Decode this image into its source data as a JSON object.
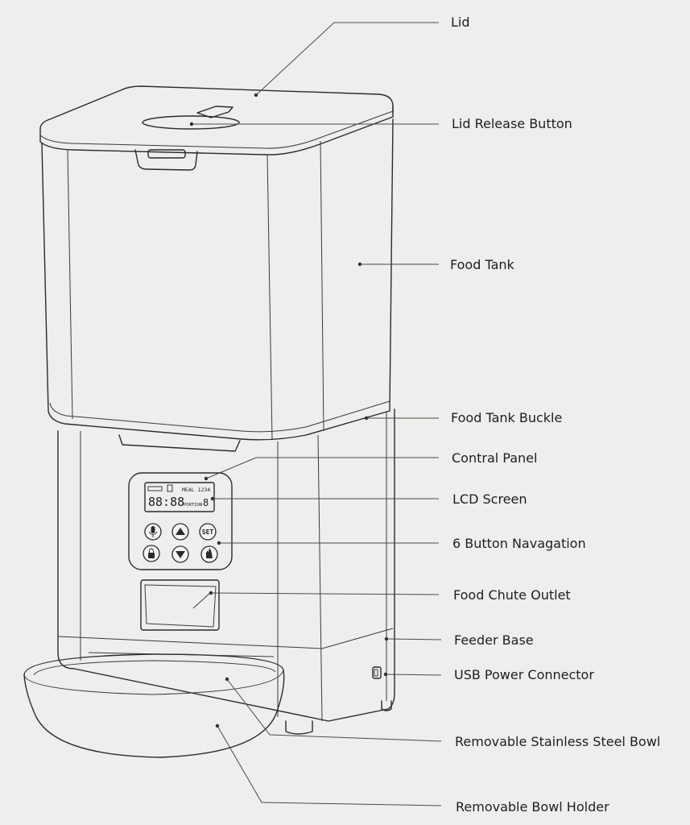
{
  "labels": [
    {
      "key": "lid",
      "text": "Lid"
    },
    {
      "key": "lid-release-button",
      "text": "Lid Release Button"
    },
    {
      "key": "food-tank",
      "text": "Food Tank"
    },
    {
      "key": "food-tank-buckle",
      "text": "Food Tank Buckle"
    },
    {
      "key": "control-panel",
      "text": "Contral Panel"
    },
    {
      "key": "lcd-screen",
      "text": "LCD Screen"
    },
    {
      "key": "button-navigation",
      "text": "6 Button Navagation"
    },
    {
      "key": "food-chute-outlet",
      "text": "Food Chute Outlet"
    },
    {
      "key": "feeder-base",
      "text": "Feeder Base"
    },
    {
      "key": "usb-power-connector",
      "text": "USB Power Connector"
    },
    {
      "key": "stainless-steel-bowl",
      "text": "Removable Stainless Steel Bowl"
    },
    {
      "key": "bowl-holder",
      "text": "Removable Bowl Holder"
    }
  ],
  "lcd": {
    "meal": "MEAL 1234",
    "time": "88:88",
    "portion_label": "PORTION",
    "portion_value": "8"
  },
  "buttons": {
    "set": "SET"
  }
}
